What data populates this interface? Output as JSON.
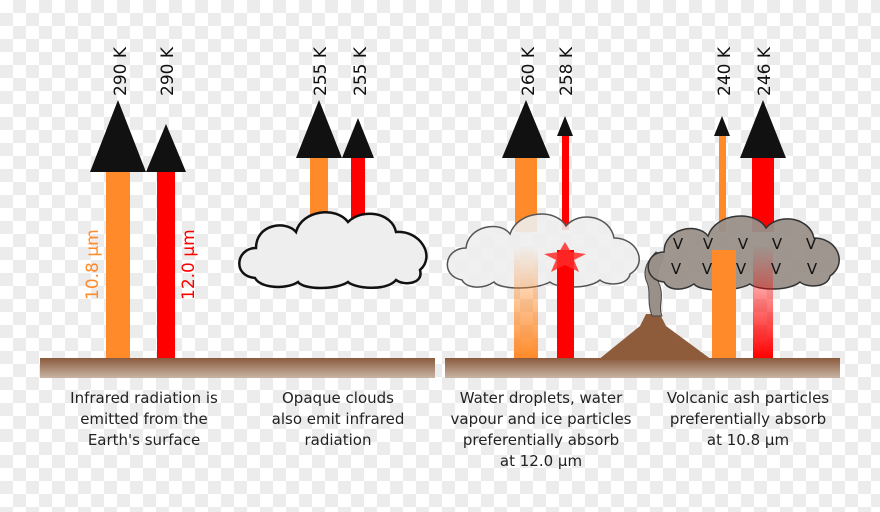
{
  "colors": {
    "wavelength_a": "#ff8a2a",
    "wavelength_b": "#ff0000",
    "ground": "#8a5a3c",
    "cloud_fill": "#eeeeee",
    "ash_cloud_fill": "#999089",
    "volcano": "#8e5c3a"
  },
  "wavelengths": {
    "a": "10.8 µm",
    "b": "12.0 µm"
  },
  "panels": [
    {
      "id": "surface",
      "temps": [
        "290 K",
        "290 K"
      ],
      "caption": [
        "Infrared radiation is",
        "emitted from the",
        "Earth's surface"
      ]
    },
    {
      "id": "opaque-cloud",
      "temps": [
        "255 K",
        "255 K"
      ],
      "caption": [
        "Opaque clouds",
        "also emit infrared",
        "radiation"
      ]
    },
    {
      "id": "water-ice-cloud",
      "temps": [
        "260 K",
        "258 K"
      ],
      "caption": [
        "Water droplets, water",
        "vapour and ice particles",
        "preferentially absorb",
        "at 12.0 µm"
      ]
    },
    {
      "id": "volcanic-ash",
      "temps": [
        "240 K",
        "246 K"
      ],
      "caption": [
        "Volcanic ash particles",
        "preferentially absorb",
        "at 10.8 µm"
      ],
      "ash_symbol": "V"
    }
  ]
}
